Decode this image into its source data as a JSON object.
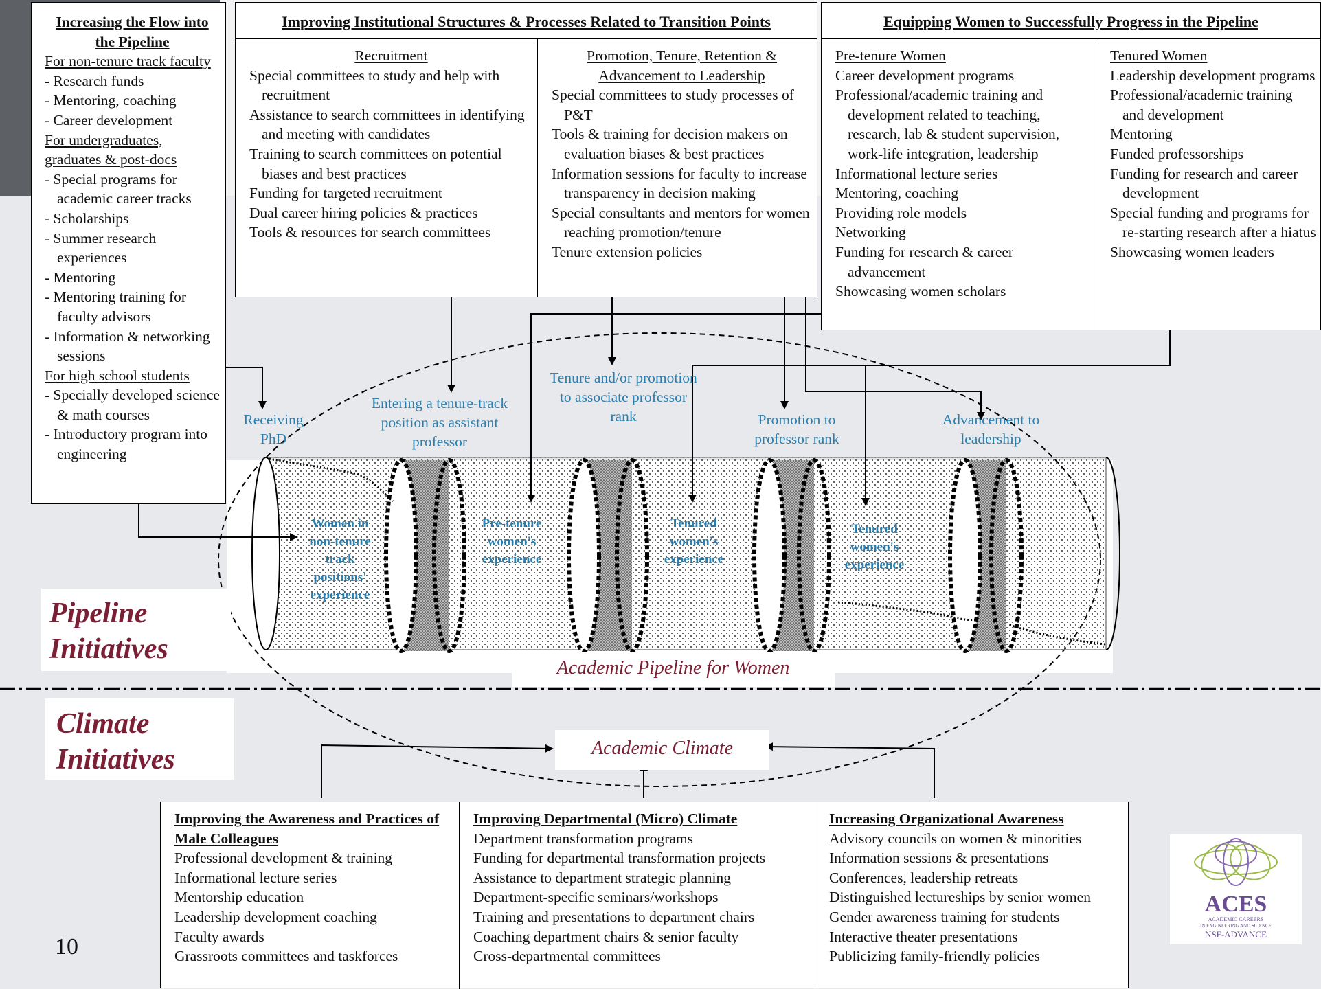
{
  "flow_box": {
    "title": "Increasing the Flow into the Pipeline",
    "section1": "For non-tenure track faculty",
    "items1": [
      "- Research funds",
      "- Mentoring, coaching",
      "- Career development"
    ],
    "section2": "For undergraduates, graduates & post-docs",
    "items2": [
      "- Special programs for academic career tracks",
      "- Scholarships",
      "- Summer research experiences",
      "- Mentoring",
      "- Mentoring training for faculty advisors",
      "- Information & networking sessions"
    ],
    "section3": "For high school students",
    "items3": [
      "- Specially developed science & math courses",
      "- Introductory program into engineering"
    ]
  },
  "institutional_box": {
    "title": "Improving Institutional Structures & Processes Related to Transition Points",
    "recruitment": {
      "heading": "Recruitment",
      "items": [
        "Special committees to study and help with recruitment",
        "Assistance to search committees in identifying and meeting with candidates",
        "Training to search committees on potential biases and best practices",
        "Funding for targeted recruitment",
        "Dual career hiring policies & practices",
        "Tools & resources for search committees"
      ]
    },
    "promotion": {
      "heading": "Promotion, Tenure, Retention & Advancement to Leadership",
      "items": [
        "Special committees to study processes of P&T",
        "Tools & training for decision makers on evaluation biases & best practices",
        "Information sessions for faculty to increase transparency in decision making",
        "Special consultants and mentors for women reaching promotion/tenure",
        "Tenure extension policies"
      ]
    }
  },
  "equipping_box": {
    "title": "Equipping Women to Successfully Progress in the Pipeline",
    "pretenure": {
      "heading": "Pre-tenure Women",
      "items": [
        "Career development programs",
        "Professional/academic training and development related to teaching, research, lab & student supervision, work-life integration, leadership",
        "Informational lecture series",
        "Mentoring, coaching",
        "Providing role models",
        "Networking",
        "Funding for research & career advancement",
        "Showcasing women scholars"
      ]
    },
    "tenured": {
      "heading": "Tenured Women",
      "items": [
        "Leadership development programs",
        "Professional/academic training and development",
        "Mentoring",
        "Funded professorships",
        "Funding for research and career development",
        "Special funding and programs for re-starting research after  a hiatus",
        "Showcasing women leaders"
      ]
    }
  },
  "transitions": {
    "receiving_phd": "Receiving PhD",
    "tenure_track": "Entering a tenure-track position as assistant professor",
    "tenure_promo": "Tenure and/or promotion to associate professor rank",
    "professor": "Promotion to professor rank",
    "leadership": "Advancement to leadership"
  },
  "pipeline_labels": {
    "non_tenure": "Women in non-tenure track positions' experience",
    "pretenure": "Pre-tenure women's experience",
    "tenured1": "Tenured women's experience",
    "tenured2": "Tenured women's experience"
  },
  "section_labels": {
    "pipeline": "Pipeline Initiatives",
    "climate": "Climate Initiatives",
    "academic_pipeline": "Academic Pipeline for Women",
    "academic_climate": "Academic Climate"
  },
  "climate_boxes": {
    "male": {
      "heading": "Improving the Awareness and Practices of Male Colleagues",
      "items": [
        "Professional development & training",
        "Informational lecture series",
        "Mentorship education",
        "Leadership development coaching",
        "Faculty awards",
        "Grassroots committees and taskforces"
      ]
    },
    "departmental": {
      "heading": "Improving Departmental  (Micro) Climate",
      "items": [
        "Department transformation programs",
        "Funding for departmental transformation projects",
        "Assistance to department strategic planning",
        "Department-specific seminars/workshops",
        "Training and presentations to department chairs",
        "Coaching department chairs & senior faculty",
        "Cross-departmental committees"
      ]
    },
    "organizational": {
      "heading": "Increasing Organizational Awareness",
      "items": [
        "Advisory councils on women & minorities",
        "Information sessions & presentations",
        "Conferences, leadership retreats",
        "Distinguished lectureships by senior women",
        "Gender awareness training for students",
        "Interactive theater presentations",
        "Publicizing family-friendly policies"
      ]
    }
  },
  "page_number": "10",
  "logo": {
    "name": "ACES",
    "line1": "ACADEMIC CAREERS",
    "line2": "IN ENGINEERING AND SCIENCE",
    "line3": "NSF-ADVANCE"
  },
  "colors": {
    "accent_blue": "#2b7fae",
    "maroon": "#7b1f35"
  }
}
